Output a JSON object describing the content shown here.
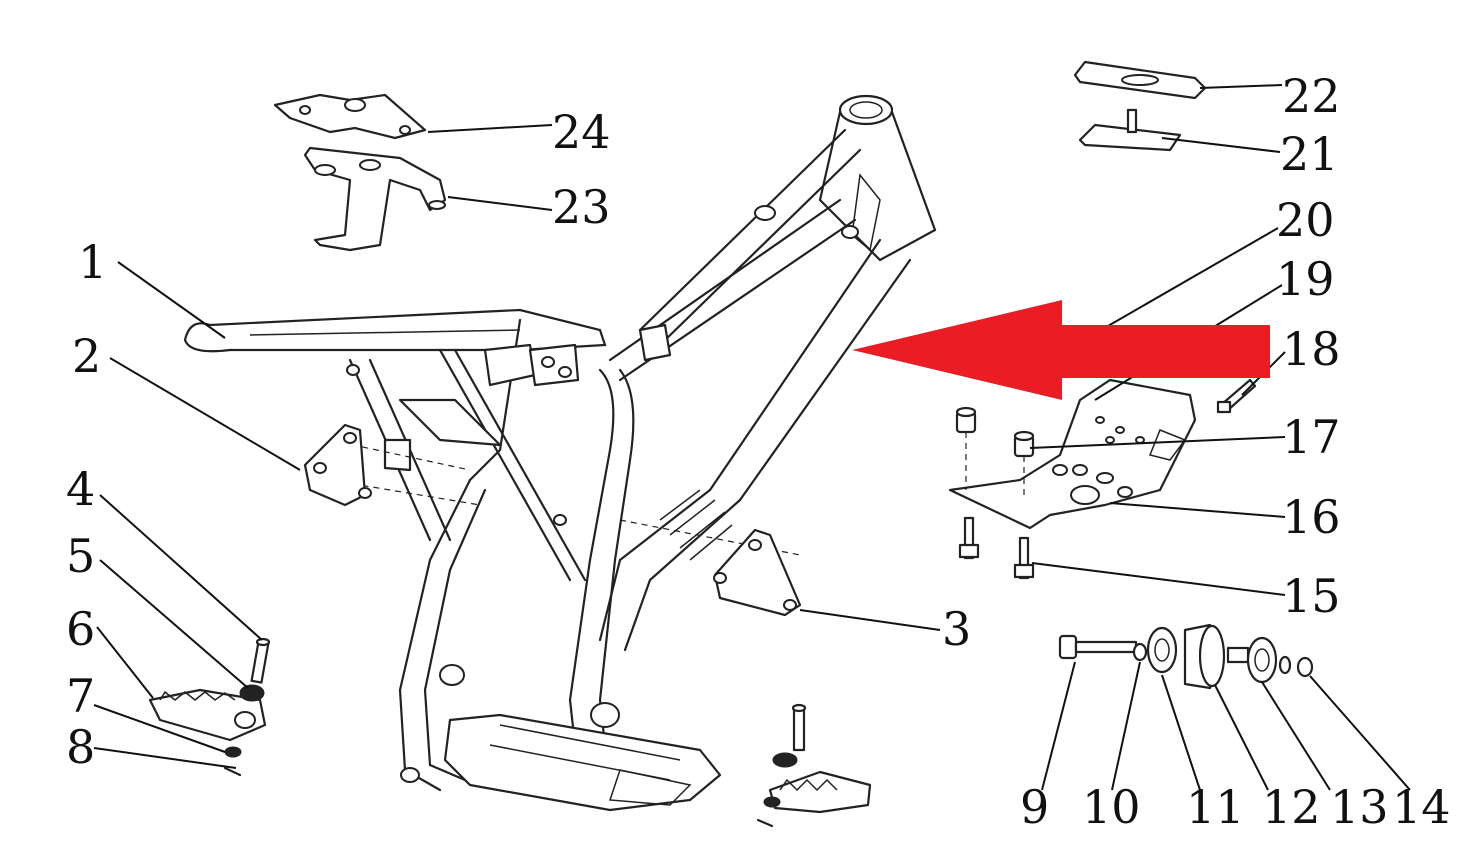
{
  "labels": {
    "l1": "1",
    "l2": "2",
    "l3": "3",
    "l4": "4",
    "l5": "5",
    "l6": "6",
    "l7": "7",
    "l8": "8",
    "l9": "9",
    "l10": "10",
    "l11": "11",
    "l12": "12",
    "l13": "13",
    "l14": "14",
    "l15": "15",
    "l16": "16",
    "l17": "17",
    "l18": "18",
    "l19": "19",
    "l20": "20",
    "l21": "21",
    "l22": "22",
    "l23": "23",
    "l24": "24"
  },
  "colors": {
    "highlight_arrow": "#ec1c24",
    "line": "#222222"
  }
}
